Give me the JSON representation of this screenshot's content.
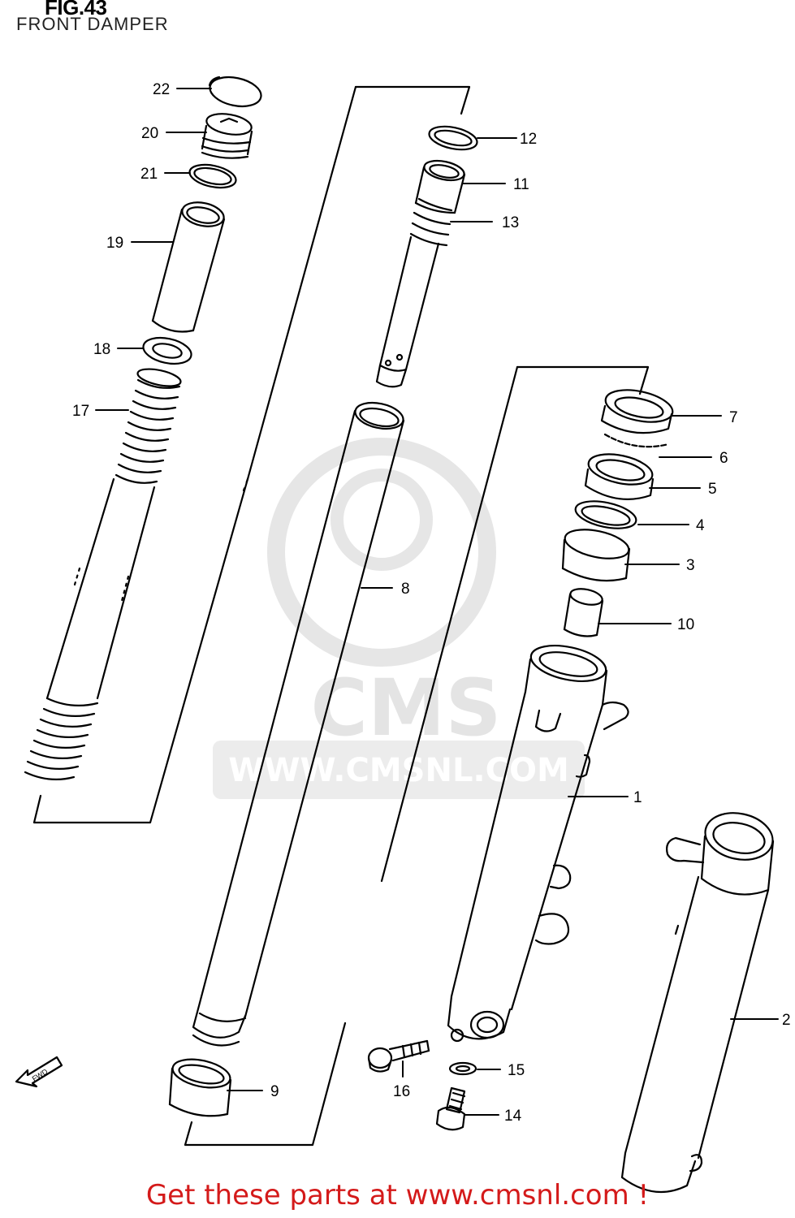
{
  "figure": {
    "title": "FIG.43",
    "subtitle": "FRONT DAMPER"
  },
  "watermark": {
    "brand": "CMS",
    "url": "WWW.CMSNL.COM"
  },
  "direction_marker": "FWD",
  "parts": [
    {
      "id": "p1",
      "number": "1"
    },
    {
      "id": "p2",
      "number": "2"
    },
    {
      "id": "p3",
      "number": "3"
    },
    {
      "id": "p4",
      "number": "4"
    },
    {
      "id": "p5",
      "number": "5"
    },
    {
      "id": "p6",
      "number": "6"
    },
    {
      "id": "p7",
      "number": "7"
    },
    {
      "id": "p8",
      "number": "8"
    },
    {
      "id": "p9",
      "number": "9"
    },
    {
      "id": "p10",
      "number": "10"
    },
    {
      "id": "p11",
      "number": "11"
    },
    {
      "id": "p12",
      "number": "12"
    },
    {
      "id": "p13",
      "number": "13"
    },
    {
      "id": "p14",
      "number": "14"
    },
    {
      "id": "p15",
      "number": "15"
    },
    {
      "id": "p16",
      "number": "16"
    },
    {
      "id": "p17",
      "number": "17"
    },
    {
      "id": "p18",
      "number": "18"
    },
    {
      "id": "p19",
      "number": "19"
    },
    {
      "id": "p20",
      "number": "20"
    },
    {
      "id": "p21",
      "number": "21"
    },
    {
      "id": "p22",
      "number": "22"
    }
  ],
  "footer": {
    "text": "Get these parts at www.cmsnl.com !"
  },
  "colors": {
    "footer": "#d41a1a",
    "lines": "#000000",
    "watermark": "#e4e4e4"
  }
}
